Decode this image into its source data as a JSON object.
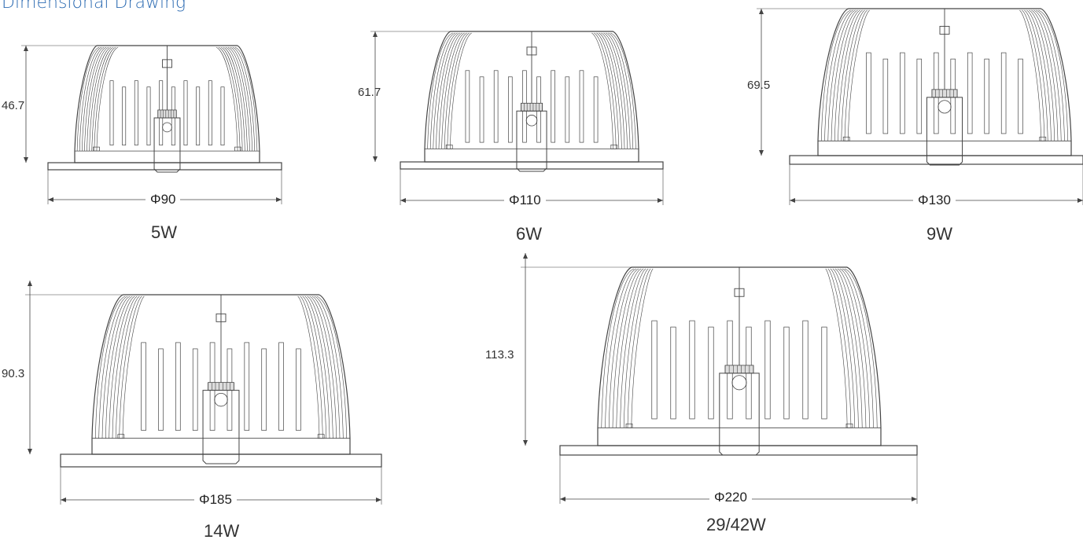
{
  "title": "Dimensional Drawing",
  "colors": {
    "title": "#2f6db3",
    "line": "#444444"
  },
  "drawings": [
    {
      "watt": "5W",
      "height": "46.7",
      "diameter": "Φ90"
    },
    {
      "watt": "6W",
      "height": "61.7",
      "diameter": "Φ110"
    },
    {
      "watt": "9W",
      "height": "69.5",
      "diameter": "Φ130"
    },
    {
      "watt": "14W",
      "height": "90.3",
      "diameter": "Φ185"
    },
    {
      "watt": "29/42W",
      "height": "113.3",
      "diameter": "Φ220"
    }
  ]
}
